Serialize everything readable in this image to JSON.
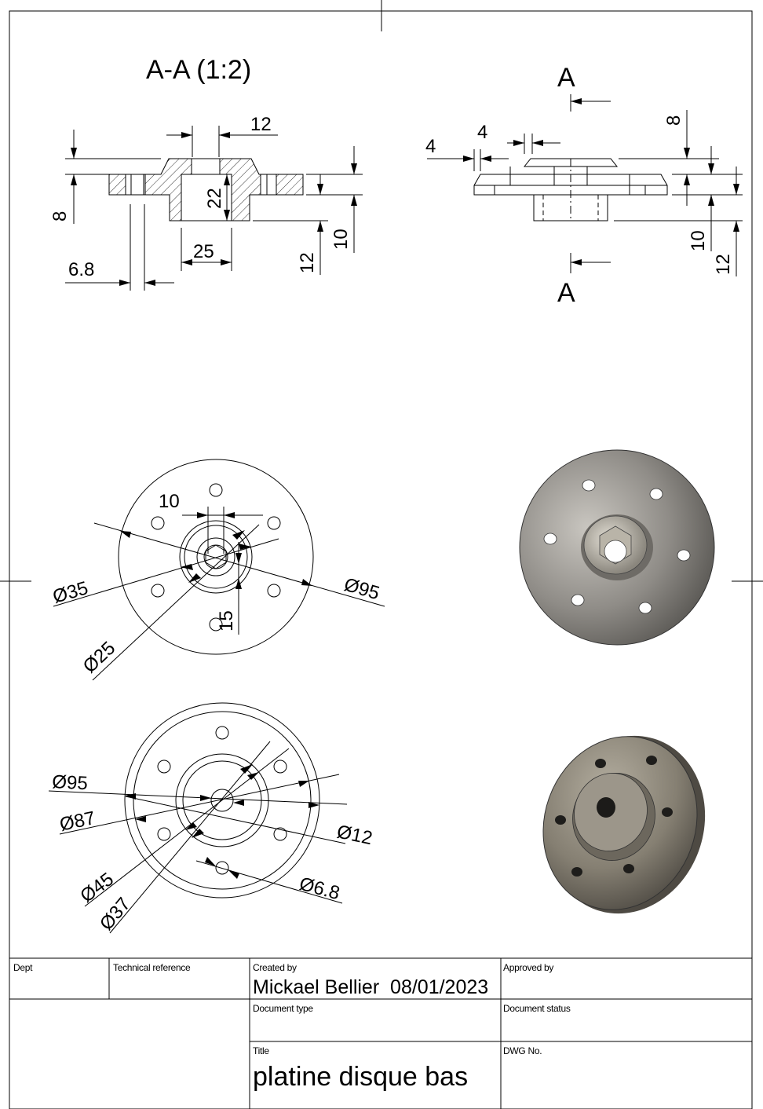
{
  "section_view": {
    "title": "A-A (1:2)",
    "dims": [
      "12",
      "8",
      "22",
      "10",
      "25",
      "12",
      "6.8"
    ]
  },
  "side_view": {
    "section_marker": "A",
    "dims": [
      "4",
      "4",
      "8",
      "10",
      "12"
    ]
  },
  "top_view": {
    "dims": [
      "10",
      "Ø35",
      "Ø95",
      "Ø25",
      "15"
    ]
  },
  "bottom_view": {
    "dims": [
      "Ø95",
      "Ø87",
      "Ø12",
      "Ø45",
      "Ø37",
      "Ø6.8"
    ]
  },
  "title_block": {
    "dept_label": "Dept",
    "tech_ref_label": "Technical reference",
    "created_by_label": "Created by",
    "created_by_value": "Mickael Bellier  08/01/2023",
    "approved_by_label": "Approved by",
    "doc_type_label": "Document type",
    "doc_status_label": "Document status",
    "title_label": "Title",
    "title_value": "platine disque bas",
    "dwg_no_label": "DWG No."
  }
}
